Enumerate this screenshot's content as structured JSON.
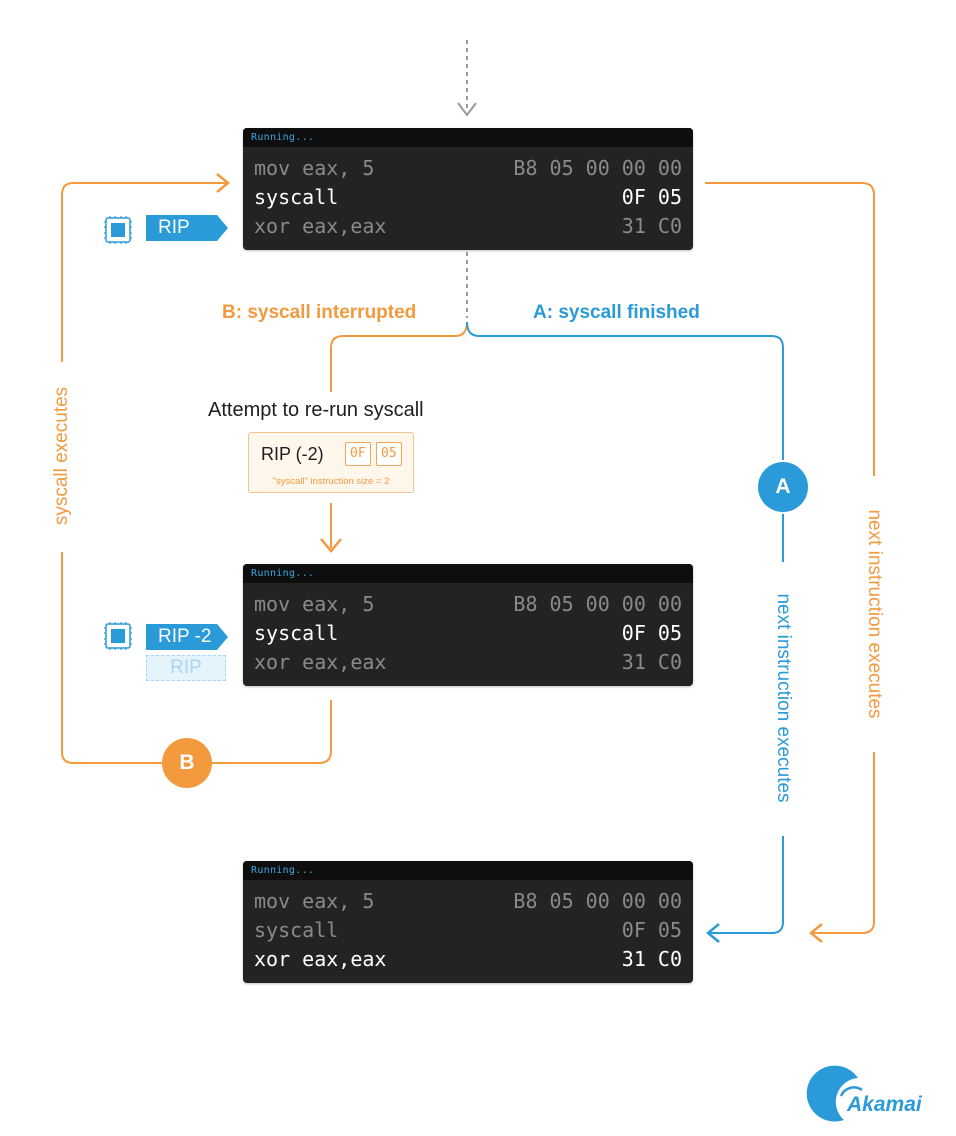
{
  "terminals": [
    {
      "status": "Running...",
      "rows": [
        {
          "instr": "mov eax, 5",
          "bytes": "B8 05 00 00 00",
          "state": "dim"
        },
        {
          "instr": "syscall",
          "bytes": "0F 05",
          "state": "bright"
        },
        {
          "instr": "xor eax,eax",
          "bytes": "31 C0",
          "state": "dim"
        }
      ]
    },
    {
      "status": "Running...",
      "rows": [
        {
          "instr": "mov eax, 5",
          "bytes": "B8 05 00 00 00",
          "state": "dim"
        },
        {
          "instr": "syscall",
          "bytes": "0F 05",
          "state": "bright"
        },
        {
          "instr": "xor eax,eax",
          "bytes": "31 C0",
          "state": "dim"
        }
      ]
    },
    {
      "status": "Running...",
      "rows": [
        {
          "instr": "mov eax, 5",
          "bytes": "B8 05 00 00 00",
          "state": "dim"
        },
        {
          "instr": "syscall",
          "bytes": "0F 05",
          "state": "dim"
        },
        {
          "instr": "xor eax,eax",
          "bytes": "31 C0",
          "state": "bright"
        }
      ]
    }
  ],
  "labels": {
    "interrupted": "B: syscall interrupted",
    "finished": "A: syscall finished",
    "attempt": "Attempt to re-run syscall",
    "syscall_executes": "syscall executes",
    "next_instruction_executes": "next instruction executes"
  },
  "rip": {
    "top": "RIP",
    "adjusted": "RIP -2",
    "ghost": "RIP"
  },
  "rip_box": {
    "label": "RIP (-2)",
    "byte1": "0F",
    "byte2": "05",
    "caption": "\"syscall\" instruction size = 2"
  },
  "badges": {
    "a": "A",
    "b": "B"
  },
  "brand": {
    "name": "Akamai"
  },
  "colors": {
    "orange": "#f39a3f",
    "blue": "#2a9ad8",
    "terminal_bg": "#232323",
    "gray_dash": "#9a9a9a"
  }
}
